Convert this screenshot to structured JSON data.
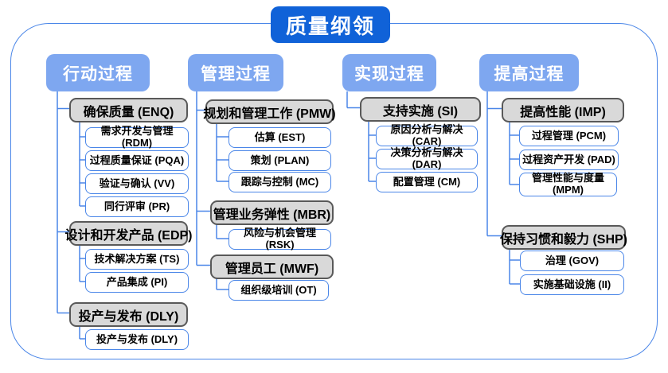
{
  "title": "质量纲领",
  "colors": {
    "title_bg": "#1062d8",
    "header_bg": "#7ea7f0",
    "connector_line": "#4a86e8",
    "gray_node_fill": "#d9d9d9",
    "gray_node_border": "#595959",
    "white_node_border": "#4a86e8"
  },
  "columns": [
    {
      "header": "行动过程",
      "groups": [
        {
          "parent": "确保质量 (ENQ)",
          "children": [
            "需求开发与管理 (RDM)",
            "过程质量保证 (PQA)",
            "验证与确认 (VV)",
            "同行评审 (PR)"
          ]
        },
        {
          "parent": "设计和开发产品 (EDP)",
          "children": [
            "技术解决方案 (TS)",
            "产品集成 (PI)"
          ]
        },
        {
          "parent": "投产与发布 (DLY)",
          "children": [
            "投产与发布 (DLY)"
          ]
        }
      ]
    },
    {
      "header": "管理过程",
      "groups": [
        {
          "parent": "规划和管理工作 (PMW)",
          "children": [
            "估算 (EST)",
            "策划 (PLAN)",
            "跟踪与控制 (MC)"
          ]
        },
        {
          "parent": "管理业务弹性 (MBR)",
          "children": [
            "风险与机会管理 (RSK)"
          ]
        },
        {
          "parent": "管理员工 (MWF)",
          "children": [
            "组织级培训 (OT)"
          ]
        }
      ]
    },
    {
      "header": "实现过程",
      "groups": [
        {
          "parent": "支持实施 (SI)",
          "children": [
            "原因分析与解决 (CAR)",
            "决策分析与解决 (DAR)",
            "配置管理 (CM)"
          ]
        }
      ]
    },
    {
      "header": "提高过程",
      "groups": [
        {
          "parent": "提高性能 (IMP)",
          "children": [
            "过程管理 (PCM)",
            "过程资产开发 (PAD)",
            "管理性能与度量 (MPM)"
          ]
        },
        {
          "parent": "保持习惯和毅力 (SHP)",
          "children": [
            "治理 (GOV)",
            "实施基础设施 (II)"
          ]
        }
      ]
    }
  ]
}
